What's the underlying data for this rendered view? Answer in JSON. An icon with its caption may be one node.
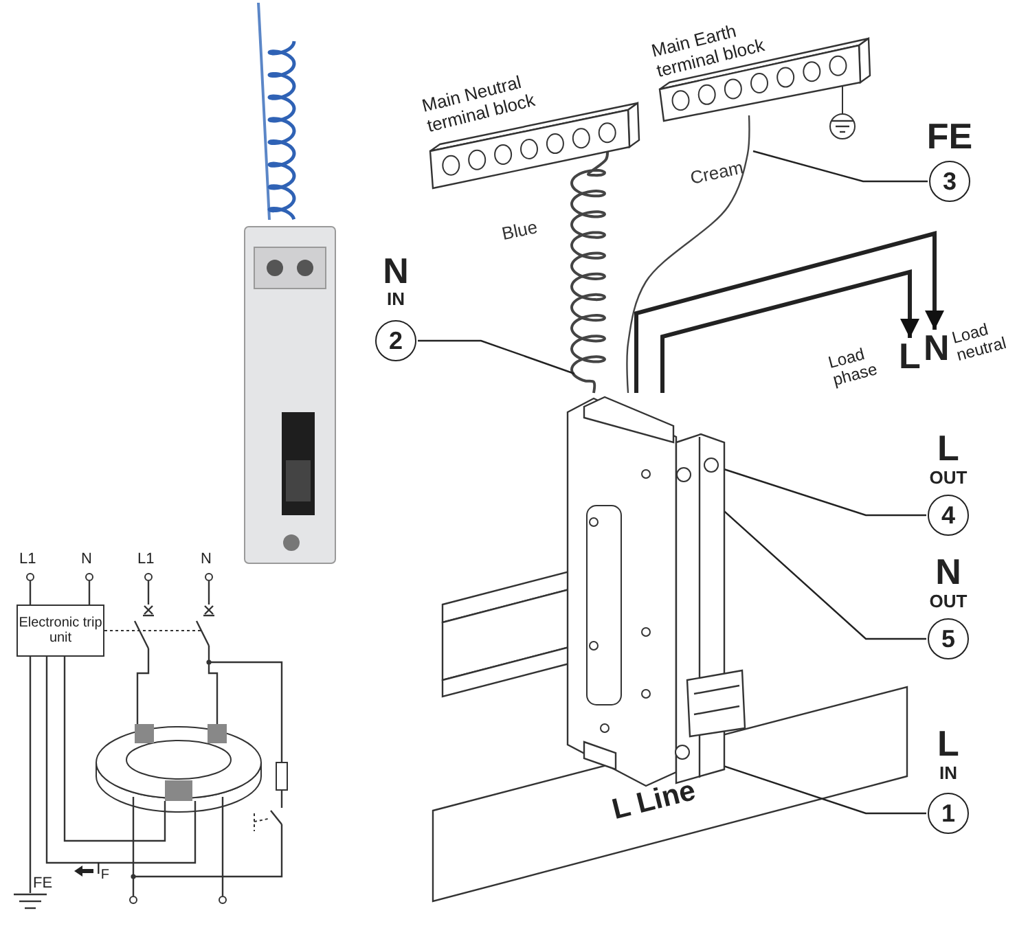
{
  "diagram": {
    "nodes": [
      {
        "text": [
          "Electronic trip unit"
        ]
      },
      {
        "text": [
          "Main Neutral terminal block"
        ]
      },
      {
        "text": [
          "Main Earth terminal block"
        ]
      },
      {
        "text": [
          "3"
        ],
        "beside": [
          "FE"
        ]
      },
      {
        "text": [
          "2"
        ],
        "beside": [
          "N",
          "IN"
        ]
      },
      {
        "text": [
          "Load phase",
          "L"
        ]
      },
      {
        "text": [
          "N",
          "Load neutral"
        ]
      },
      {
        "text": [],
        "shape": "picture"
      },
      {
        "text": [
          "4"
        ],
        "beside": [
          "L",
          "OUT"
        ]
      },
      {
        "text": [
          "5"
        ],
        "beside": [
          "N",
          "OUT"
        ]
      },
      {
        "text": [
          "1"
        ],
        "beside": [
          "L",
          "IN"
        ]
      },
      {
        "text": [],
        "shape": "circle"
      },
      {
        "text": [],
        "shape": "circle"
      },
      {
        "text": [],
        "shape": "circle"
      }
    ],
    "edges": [
      {
        "from": 1,
        "to": 7,
        "arrow": "none",
        "label": "Blue"
      },
      {
        "from": 2,
        "to": 7,
        "arrow": "none",
        "label": "Cream"
      },
      {
        "from": 7,
        "to": 5,
        "arrow": "to",
        "style": "thick"
      },
      {
        "from": 7,
        "to": 6,
        "arrow": "to",
        "style": "thick"
      },
      {
        "from": 4,
        "to": null,
        "arrow": "none"
      },
      {
        "from": 3,
        "to": null,
        "arrow": "none"
      },
      {
        "from": 8,
        "to": 11,
        "arrow": "none"
      },
      {
        "from": 9,
        "to": 12,
        "arrow": "none"
      },
      {
        "from": 10,
        "to": 13,
        "arrow": "none"
      }
    ],
    "labels": [
      "L1",
      "N",
      "L1",
      "N",
      "I$_{F}$",
      "FE",
      "L Line"
    ]
  }
}
